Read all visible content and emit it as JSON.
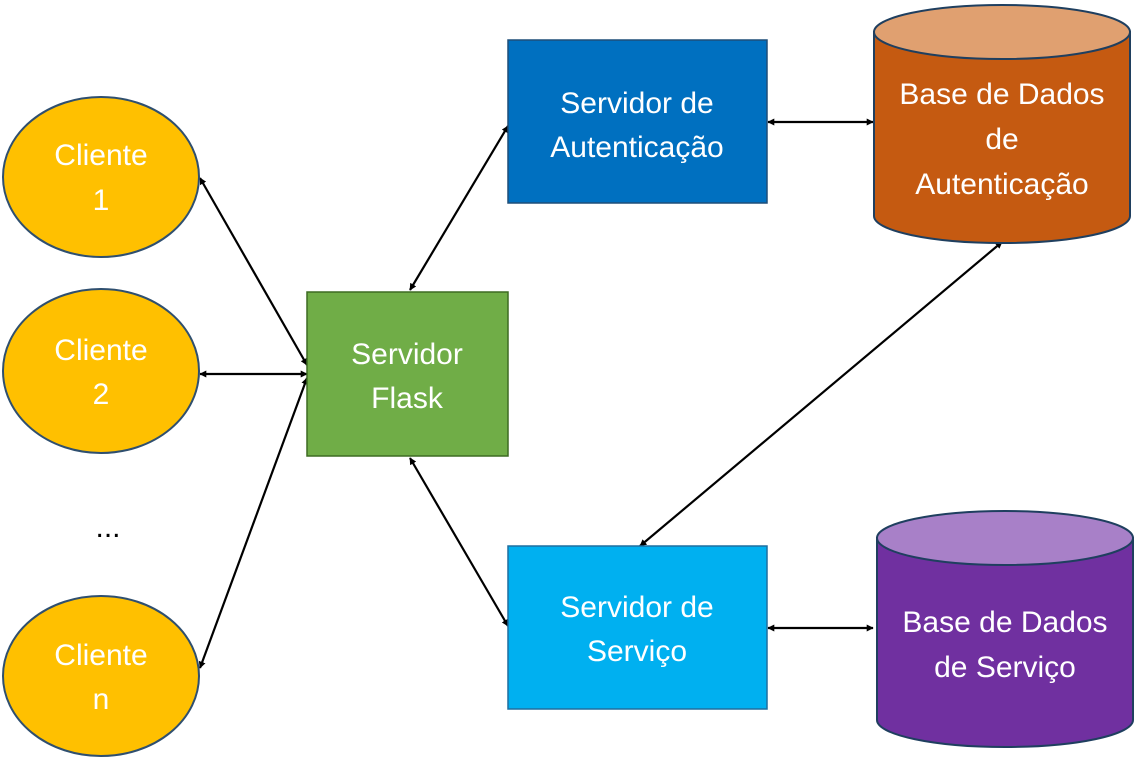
{
  "nodes": {
    "cliente1": {
      "line1": "Cliente",
      "line2": "1",
      "color": "#FFC000"
    },
    "cliente2": {
      "line1": "Cliente",
      "line2": "2",
      "color": "#FFC000"
    },
    "ellipsis": "...",
    "clienteN": {
      "line1": "Cliente",
      "line2": "n",
      "color": "#FFC000"
    },
    "flask": {
      "line1": "Servidor",
      "line2": "Flask",
      "color": "#70AD47"
    },
    "auth_server": {
      "line1": "Servidor de",
      "line2": "Autenticação",
      "color": "#0070C0"
    },
    "service_server": {
      "line1": "Servidor de",
      "line2": "Serviço",
      "color": "#00B0F0"
    },
    "auth_db": {
      "line1": "Base de Dados",
      "line2": "de",
      "line3": "Autenticação",
      "color": "#C55A11",
      "top_color": "#E0A070"
    },
    "service_db": {
      "line1": "Base de Dados",
      "line2": "de Serviço",
      "color": "#7030A0",
      "top_color": "#A880C8"
    }
  },
  "edges": [
    {
      "from": "cliente1",
      "to": "flask",
      "bidirectional": true
    },
    {
      "from": "cliente2",
      "to": "flask",
      "bidirectional": true
    },
    {
      "from": "clienteN",
      "to": "flask",
      "bidirectional": true
    },
    {
      "from": "flask",
      "to": "auth_server",
      "bidirectional": true
    },
    {
      "from": "flask",
      "to": "service_server",
      "bidirectional": true
    },
    {
      "from": "auth_server",
      "to": "auth_db",
      "bidirectional": true
    },
    {
      "from": "service_server",
      "to": "service_db",
      "bidirectional": true
    },
    {
      "from": "auth_db",
      "to": "service_server",
      "bidirectional": true
    }
  ]
}
